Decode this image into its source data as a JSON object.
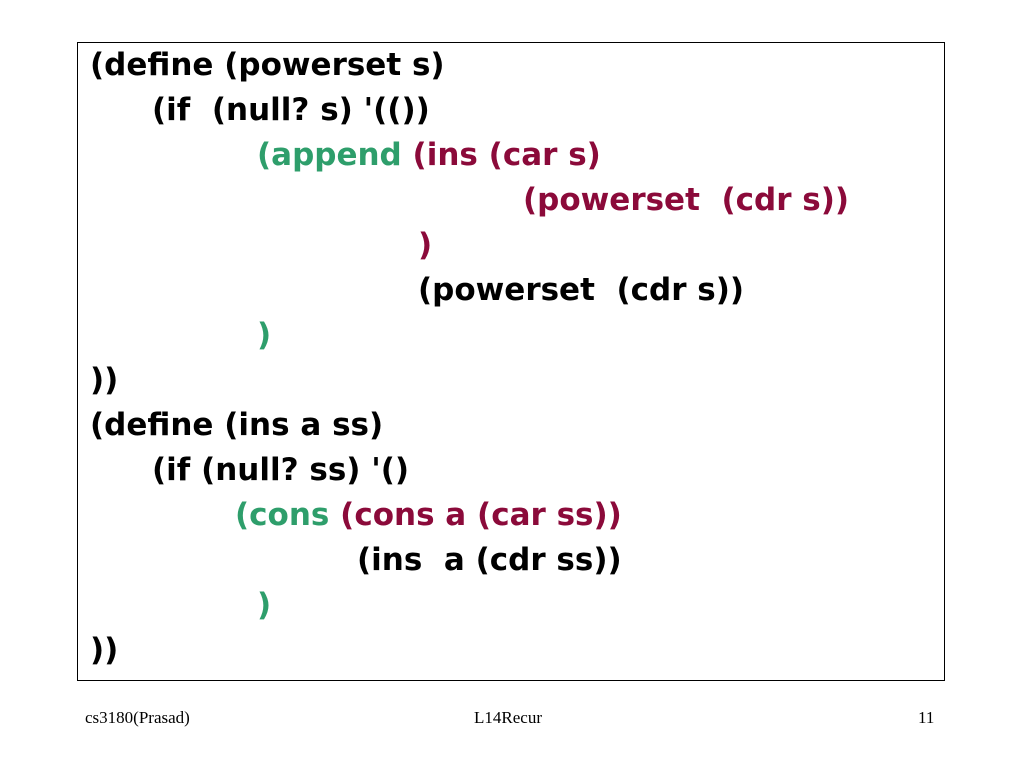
{
  "colors": {
    "default": "#000000",
    "green": "#2e9e6b",
    "maroon": "#8b0a3a"
  },
  "code_lines": [
    {
      "segments": [
        {
          "text": "(define (powerset s)",
          "color": "black"
        }
      ]
    },
    {
      "segments": [
        {
          "text": "(if  (null? s) '(())",
          "color": "black"
        }
      ]
    },
    {
      "segments": [
        {
          "text": "(append ",
          "color": "green"
        },
        {
          "text": "(ins (car s)",
          "color": "maroon"
        }
      ]
    },
    {
      "segments": [
        {
          "text": "(powerset  (cdr s))",
          "color": "maroon"
        }
      ]
    },
    {
      "segments": [
        {
          "text": ")",
          "color": "maroon"
        }
      ]
    },
    {
      "segments": [
        {
          "text": "(powerset  (cdr s))",
          "color": "black"
        }
      ]
    },
    {
      "segments": [
        {
          "text": ")",
          "color": "green"
        }
      ]
    },
    {
      "segments": [
        {
          "text": "))",
          "color": "black"
        }
      ]
    },
    {
      "segments": [
        {
          "text": "(define (ins a ss)",
          "color": "black"
        }
      ]
    },
    {
      "segments": [
        {
          "text": "(if (null? ss) '()",
          "color": "black"
        }
      ]
    },
    {
      "segments": [
        {
          "text": "(cons ",
          "color": "green"
        },
        {
          "text": "(cons a (car ss))",
          "color": "maroon"
        }
      ]
    },
    {
      "segments": [
        {
          "text": "(ins  a (cdr ss))",
          "color": "black"
        }
      ]
    },
    {
      "segments": [
        {
          "text": ")",
          "color": "green"
        }
      ]
    },
    {
      "segments": [
        {
          "text": "))",
          "color": "black"
        }
      ]
    }
  ],
  "footer": {
    "left": "cs3180(Prasad)",
    "center": "L14Recur",
    "right": "11"
  }
}
